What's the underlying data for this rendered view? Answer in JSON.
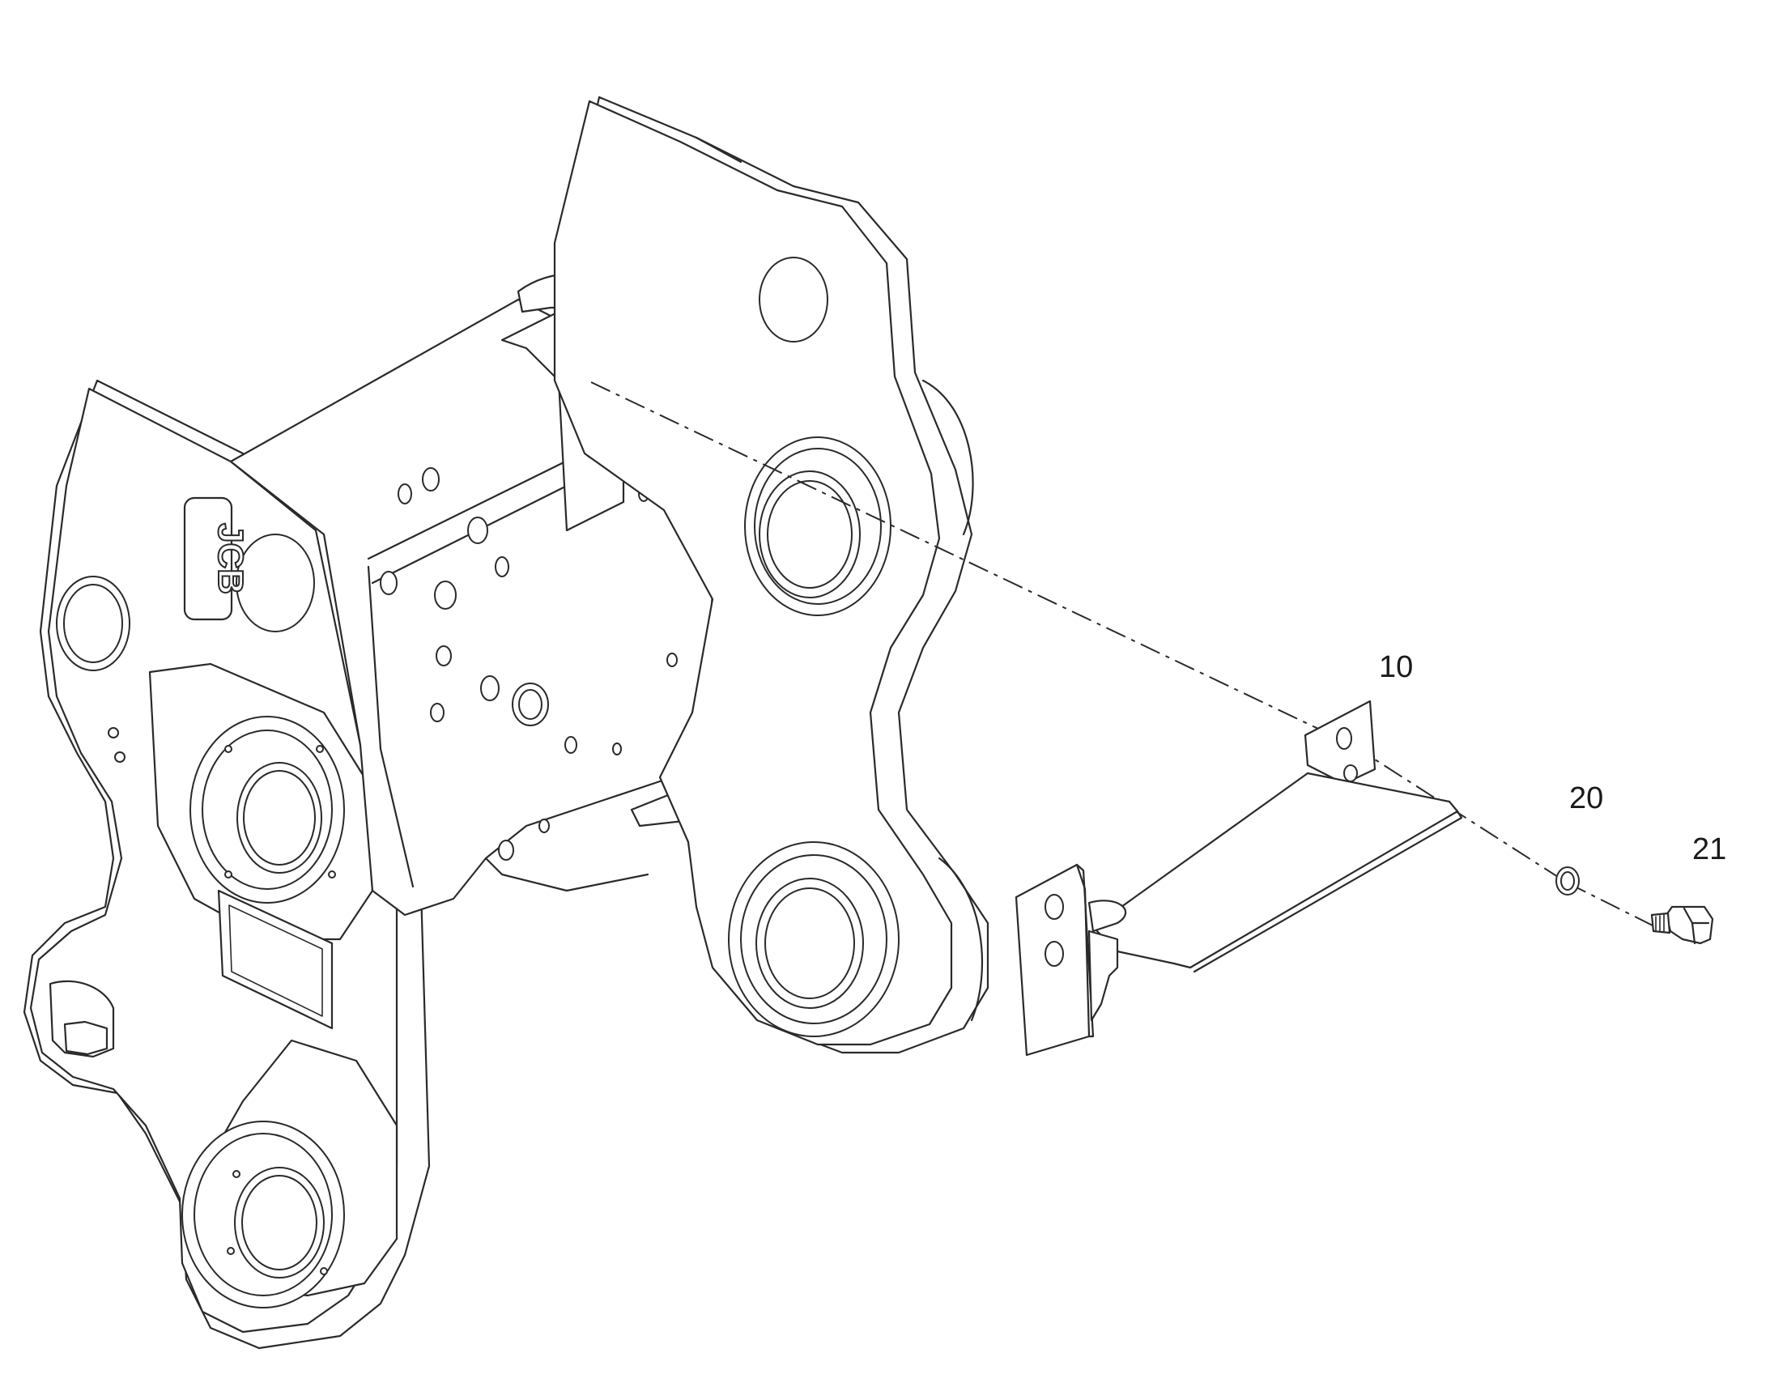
{
  "diagram": {
    "part_callouts": [
      {
        "id": "10",
        "label": "10"
      },
      {
        "id": "20",
        "label": "20"
      },
      {
        "id": "21",
        "label": "21"
      }
    ],
    "logo_text": "JCB",
    "colors": {
      "line": "#2a2a2a",
      "background": "#ffffff"
    }
  }
}
